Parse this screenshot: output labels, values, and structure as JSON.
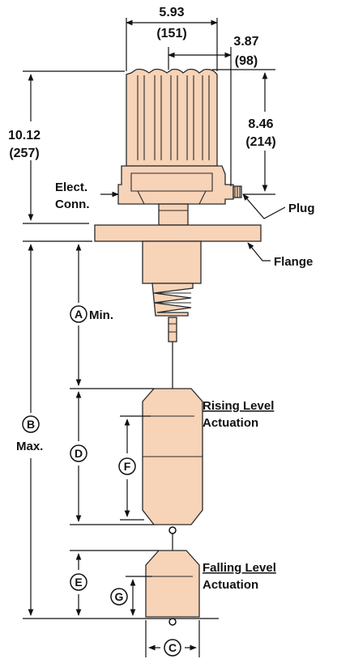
{
  "dimensions": {
    "width_in": "5.93",
    "width_mm": "(151)",
    "offset_in": "3.87",
    "offset_mm": "(98)",
    "housing_height_in": "8.46",
    "housing_height_mm": "(214)",
    "overall_height_in": "10.12",
    "overall_height_mm": "(257)"
  },
  "callouts": {
    "elect_conn_line1": "Elect.",
    "elect_conn_line2": "Conn.",
    "plug": "Plug",
    "flange": "Flange",
    "min": "Min.",
    "max": "Max.",
    "rising_line1": "Rising Level",
    "rising_line2": "Actuation",
    "falling_line1": "Falling Level",
    "falling_line2": "Actuation"
  },
  "markers": {
    "a": "A",
    "b": "B",
    "c": "C",
    "d": "D",
    "e": "E",
    "f": "F",
    "g": "G"
  },
  "colors": {
    "body": "#f7d3b7",
    "outline": "#2a2a2a",
    "text": "#111111"
  }
}
